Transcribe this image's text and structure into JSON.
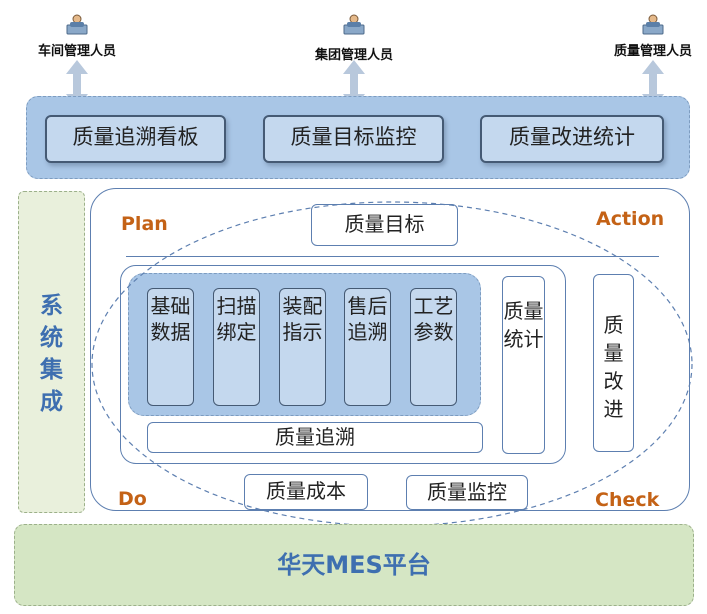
{
  "users": [
    {
      "label": "车间管理人员",
      "icon": "user-computer-icon"
    },
    {
      "label": "集团管理人员",
      "icon": "user-computer-icon"
    },
    {
      "label": "质量管理人员",
      "icon": "user-computer-icon"
    }
  ],
  "top_buttons": [
    "质量追溯看板",
    "质量目标监控",
    "质量改进统计"
  ],
  "side_label": "系统集成",
  "corners": {
    "plan": "Plan",
    "action": "Action",
    "do": "Do",
    "check": "Check"
  },
  "quality_goal": "质量目标",
  "trace_items": [
    "基础数据",
    "扫描绑定",
    "装配指示",
    "售后追溯",
    "工艺参数"
  ],
  "trace_label": "质量追溯",
  "stats_label": "质量统计",
  "improve_label": "质量改进",
  "cost_label": "质量成本",
  "monitor_label": "质量监控",
  "platform_label": "华天MES平台",
  "colors": {
    "accent_blue": "#3e6fb0",
    "orange": "#c46216",
    "band_blue": "#a9c6e6",
    "green": "#d5e6c4"
  }
}
